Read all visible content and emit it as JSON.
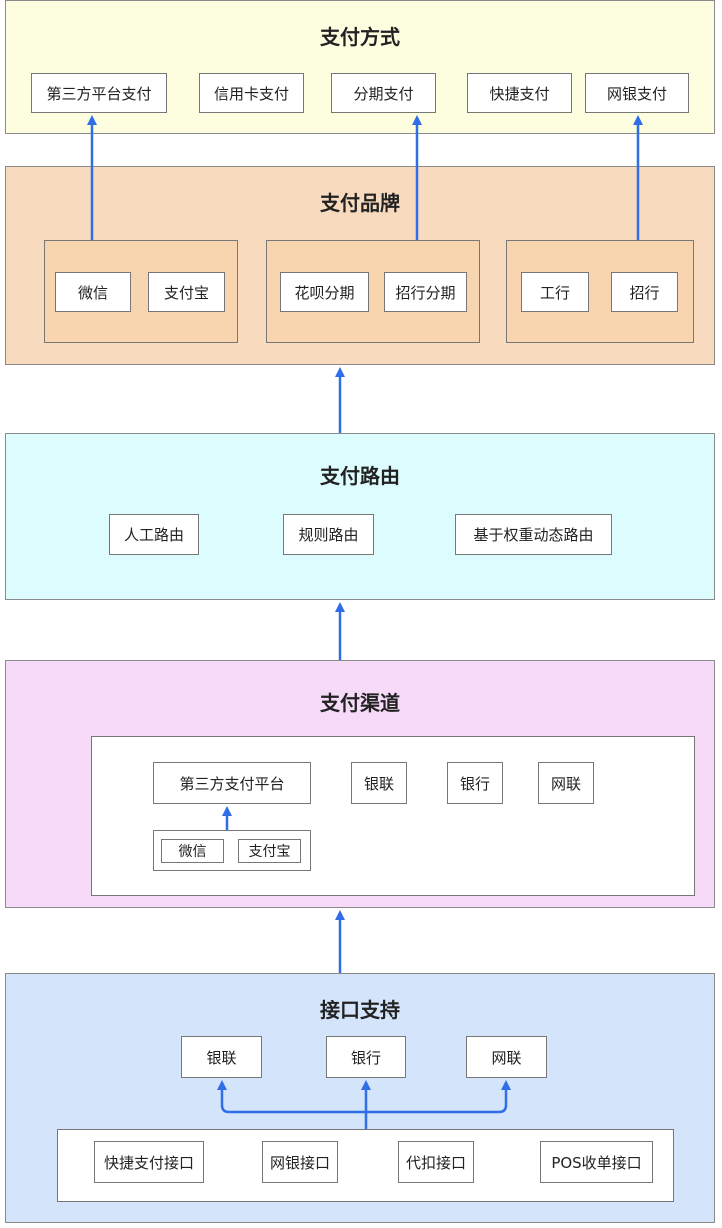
{
  "colors": {
    "pay_methods_bg": "#fdfde0",
    "pay_brand_bg": "#f8dbbf",
    "pay_brand_group_bg": "#f8d4af",
    "pay_route_bg": "#dcfcfd",
    "pay_channel_bg": "#f6daf8",
    "interface_bg": "#d4e4fb",
    "arrow": "#2f6ee6",
    "border": "#8a8a8a"
  },
  "pay_methods": {
    "title": "支付方式",
    "items": [
      "第三方平台支付",
      "信用卡支付",
      "分期支付",
      "快捷支付",
      "网银支付"
    ]
  },
  "pay_brand": {
    "title": "支付品牌",
    "groups": [
      {
        "items": [
          "微信",
          "支付宝"
        ]
      },
      {
        "items": [
          "花呗分期",
          "招行分期"
        ]
      },
      {
        "items": [
          "工行",
          "招行"
        ]
      }
    ]
  },
  "pay_route": {
    "title": "支付路由",
    "items": [
      "人工路由",
      "规则路由",
      "基于权重动态路由"
    ]
  },
  "pay_channel": {
    "title": "支付渠道",
    "items": [
      "第三方支付平台",
      "银联",
      "银行",
      "网联"
    ],
    "sub_items": [
      "微信",
      "支付宝"
    ]
  },
  "interface": {
    "title": "接口支持",
    "targets": [
      "银联",
      "银行",
      "网联"
    ],
    "items": [
      "快捷支付接口",
      "网银接口",
      "代扣接口",
      "POS收单接口"
    ]
  },
  "icons": [
    "arrow-up-icon"
  ]
}
